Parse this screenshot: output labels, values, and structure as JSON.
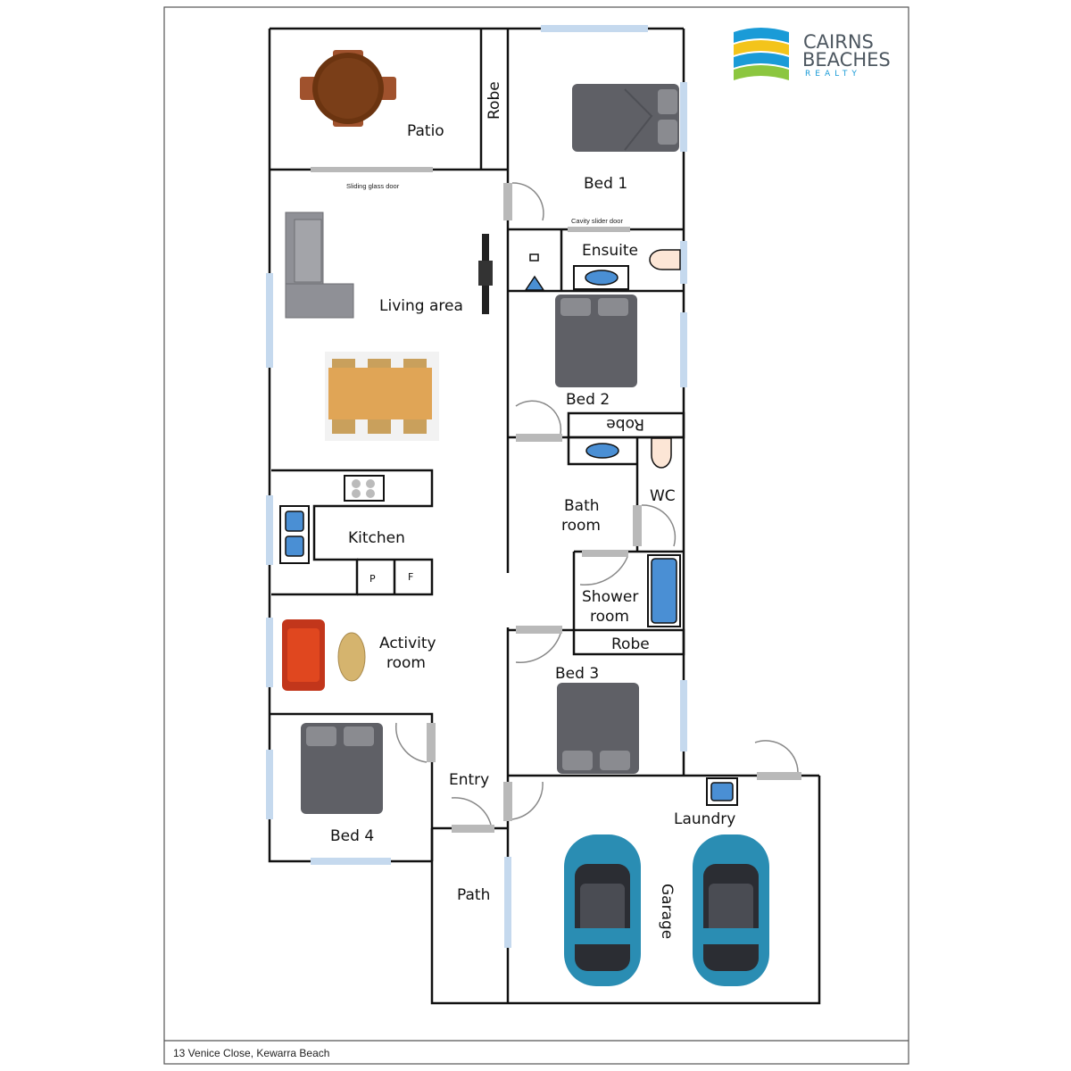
{
  "logo": {
    "line1": "CAIRNS",
    "line2": "BEACHES",
    "line3": "REALTY",
    "colors": {
      "blue": "#1a9bd7",
      "yellow": "#f3c41b",
      "green": "#8cc63f",
      "text": "#4d5760"
    }
  },
  "rooms": {
    "patio": "Patio",
    "robe1": "Robe",
    "bed1": "Bed 1",
    "ensuite": "Ensuite",
    "living": "Living area",
    "bed2": "Bed 2",
    "robe2": "Robe",
    "bath_line1": "Bath",
    "bath_line2": "room",
    "wc": "WC",
    "kitchen": "Kitchen",
    "pantry": "P",
    "fridge": "F",
    "shower_line1": "Shower",
    "shower_line2": "room",
    "robe3": "Robe",
    "activity_line1": "Activity",
    "activity_line2": "room",
    "bed3": "Bed 3",
    "bed4": "Bed 4",
    "entry": "Entry",
    "laundry": "Laundry",
    "path": "Path",
    "garage": "Garage"
  },
  "notes": {
    "sliding_glass_door": "Sliding glass door",
    "cavity_slider_door": "Cavity slider door"
  },
  "footer": {
    "address": "13 Venice Close, Kewarra Beach"
  },
  "colors": {
    "wall": "#111111",
    "window": "#c5d9ee",
    "door": "#b9b9b9",
    "fixture": "#4a8fd4",
    "bed": "#5f6066",
    "car": "#2a8db3",
    "sofa": "#d9431f"
  }
}
